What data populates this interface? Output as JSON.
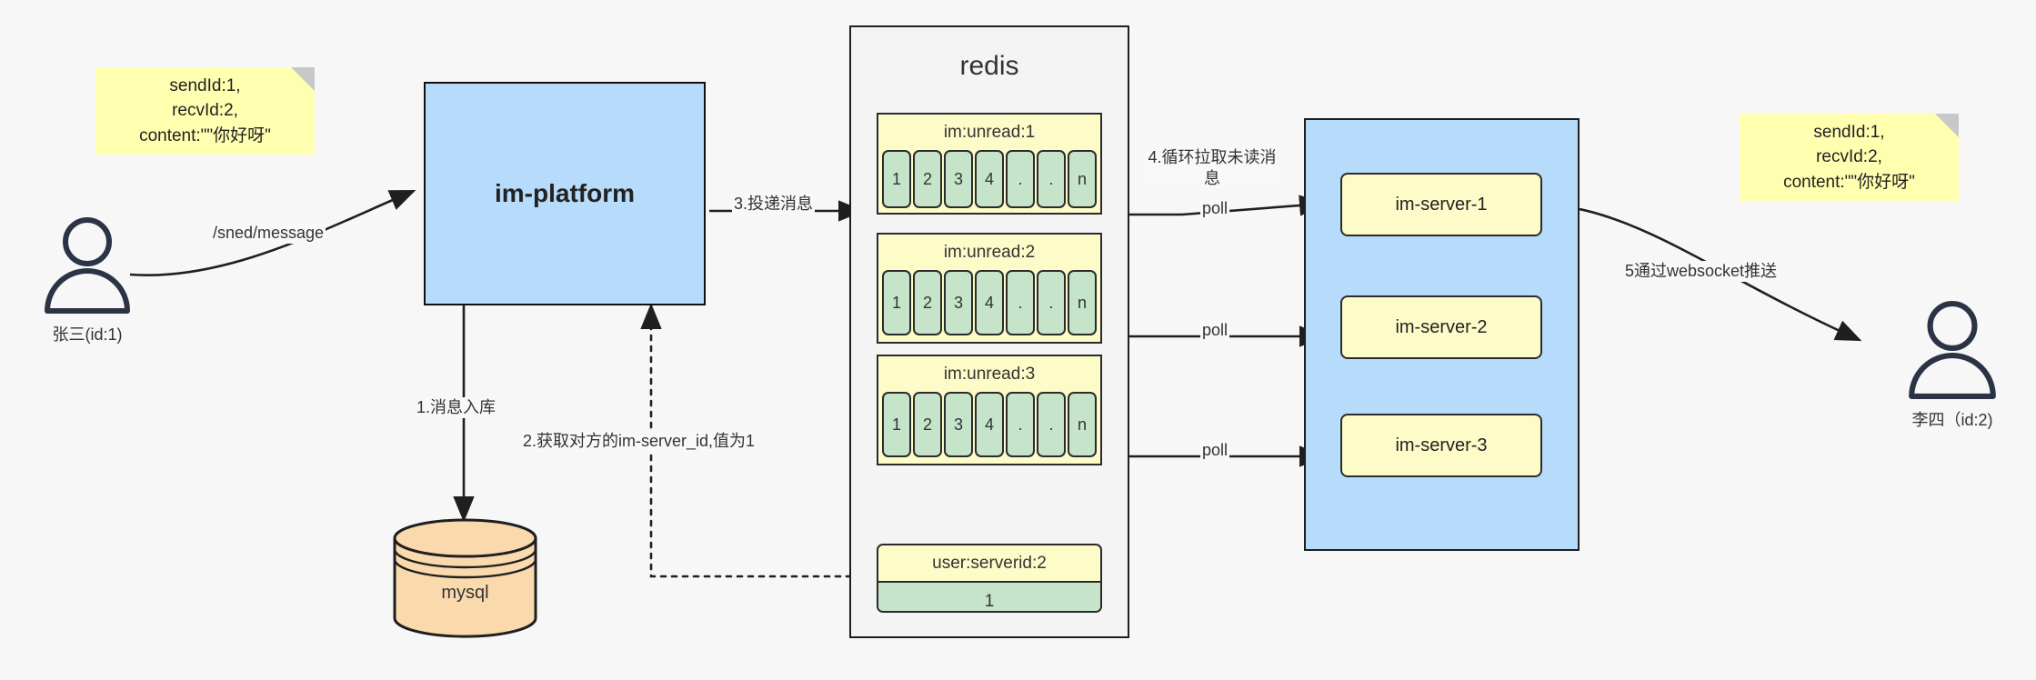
{
  "diagram": {
    "title": "IM message delivery architecture",
    "colors": {
      "background": "#f7f7f7",
      "sticky": "#ffffb0",
      "platform_blue": "#b7dcfb",
      "list_yellow": "#fdfbc8",
      "cell_green": "#c5e4c9",
      "mysql_orange": "#fad9ad",
      "stroke": "#1f1f1f"
    }
  },
  "notes": {
    "left": "sendId:1,\nrecvId:2,\ncontent:\"\"你好呀\"",
    "right": "sendId:1,\nrecvId:2,\ncontent:\"\"你好呀\""
  },
  "actors": {
    "left": {
      "label": "张三(id:1)",
      "icon": "person-icon"
    },
    "right": {
      "label": "李四（id:2)",
      "icon": "person-icon"
    }
  },
  "platform": {
    "label": "im-platform"
  },
  "mysql": {
    "label": "mysql",
    "icon": "database-cylinder-icon"
  },
  "redis": {
    "title": "redis",
    "lists": [
      {
        "key": "im:unread:1",
        "cells": [
          "1",
          "2",
          "3",
          "4",
          ".",
          ".",
          "n"
        ]
      },
      {
        "key": "im:unread:2",
        "cells": [
          "1",
          "2",
          "3",
          "4",
          ".",
          ".",
          "n"
        ]
      },
      {
        "key": "im:unread:3",
        "cells": [
          "1",
          "2",
          "3",
          "4",
          ".",
          ".",
          "n"
        ]
      }
    ],
    "kv": {
      "key": "user:serverid:2",
      "value": "1"
    }
  },
  "servers": {
    "items": [
      {
        "label": "im-server-1"
      },
      {
        "label": "im-server-2"
      },
      {
        "label": "im-server-3"
      }
    ]
  },
  "edges": {
    "send_message": "/sned/message",
    "step1": "1.消息入库",
    "step2": "2.获取对方的im-server_id,值为1",
    "step3": "3.投递消息",
    "step4": "4.循环拉取未读消息",
    "poll1": "poll",
    "poll2": "poll",
    "poll3": "poll",
    "step5": "5通过websocket推送"
  }
}
